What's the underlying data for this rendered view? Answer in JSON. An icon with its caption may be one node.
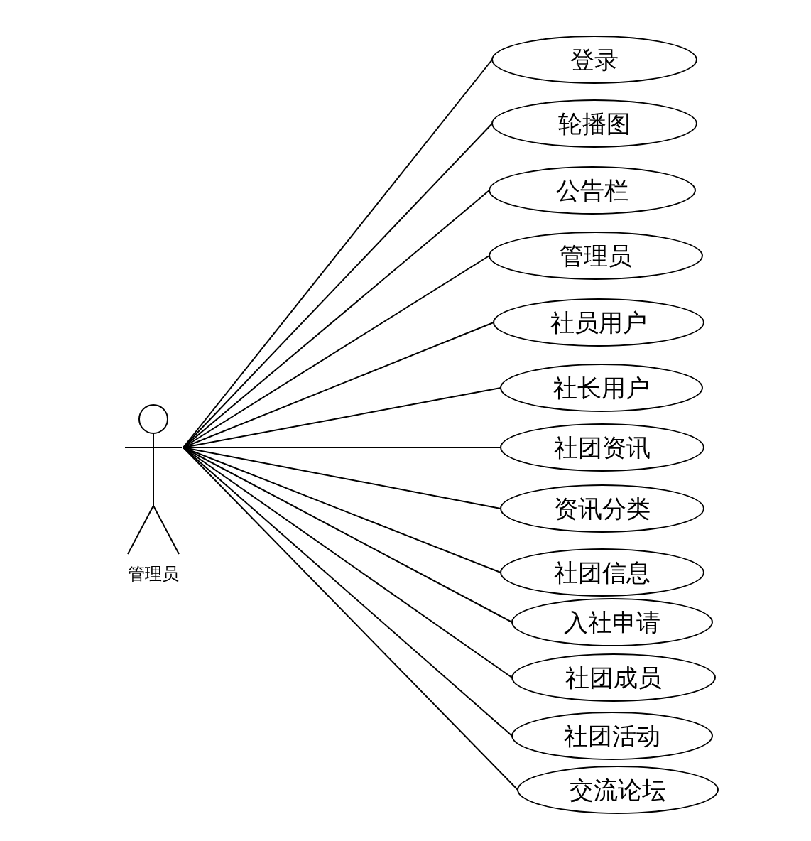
{
  "diagram": {
    "nodes": [
      {
        "text": [
          "管理员"
        ]
      },
      {
        "text": [
          "登录"
        ]
      },
      {
        "text": [
          "轮播图"
        ]
      },
      {
        "text": [
          "公告栏"
        ]
      },
      {
        "text": [
          "管理员"
        ]
      },
      {
        "text": [
          "社员用户"
        ]
      },
      {
        "text": [
          "社长用户"
        ]
      },
      {
        "text": [
          "社团资讯"
        ]
      },
      {
        "text": [
          "资讯分类"
        ]
      },
      {
        "text": [
          "社团信息"
        ]
      },
      {
        "text": [
          "入社申请"
        ]
      },
      {
        "text": [
          "社团成员"
        ]
      },
      {
        "text": [
          "社团活动"
        ]
      },
      {
        "text": [
          "交流论坛"
        ]
      }
    ],
    "edges": [
      {
        "from": 0,
        "to": 1,
        "arrow": "none"
      },
      {
        "from": 0,
        "to": 2,
        "arrow": "none"
      },
      {
        "from": 0,
        "to": 3,
        "arrow": "none"
      },
      {
        "from": 0,
        "to": 4,
        "arrow": "none"
      },
      {
        "from": 0,
        "to": 5,
        "arrow": "none"
      },
      {
        "from": 0,
        "to": 6,
        "arrow": "none"
      },
      {
        "from": 0,
        "to": 7,
        "arrow": "none"
      },
      {
        "from": 0,
        "to": 8,
        "arrow": "none"
      },
      {
        "from": 0,
        "to": 9,
        "arrow": "none"
      },
      {
        "from": 0,
        "to": 10,
        "arrow": "none"
      },
      {
        "from": 0,
        "to": 11,
        "arrow": "none"
      },
      {
        "from": 0,
        "to": 12,
        "arrow": "none"
      },
      {
        "from": 0,
        "to": 13,
        "arrow": "none"
      }
    ]
  }
}
